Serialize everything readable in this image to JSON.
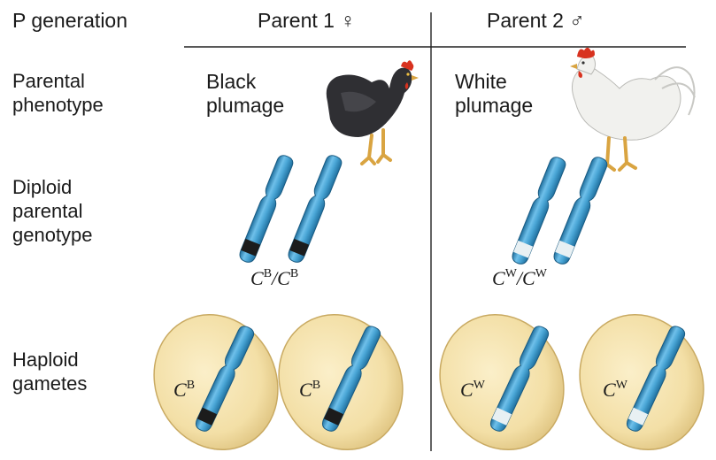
{
  "header": {
    "generation": "P generation",
    "parent1": "Parent 1 ♀",
    "parent2": "Parent 2 ♂"
  },
  "rows": {
    "phenotype": "Parental\nphenotype",
    "genotype": "Diploid\nparental\ngenotype",
    "gametes": "Haploid\ngametes"
  },
  "parent1": {
    "phenotype": "Black\nplumage",
    "genotype_base": "C",
    "allele": "B",
    "gamete_label_base": "C",
    "gamete_allele": "B",
    "chicken_color": "#2f2f33",
    "band_color": "#1c1c1c"
  },
  "parent2": {
    "phenotype": "White\nplumage",
    "genotype_base": "C",
    "allele": "W",
    "gamete_label_base": "C",
    "gamete_allele": "W",
    "chicken_color": "#f1f1ee",
    "band_color": "#e8f0f3"
  },
  "colors": {
    "chromosome": "#4aa6d6",
    "chromosome_dark": "#1f6f9e",
    "gamete_fill": "#f3dfa6",
    "gamete_edge": "#c9aa62",
    "comb": "#d8321f"
  }
}
